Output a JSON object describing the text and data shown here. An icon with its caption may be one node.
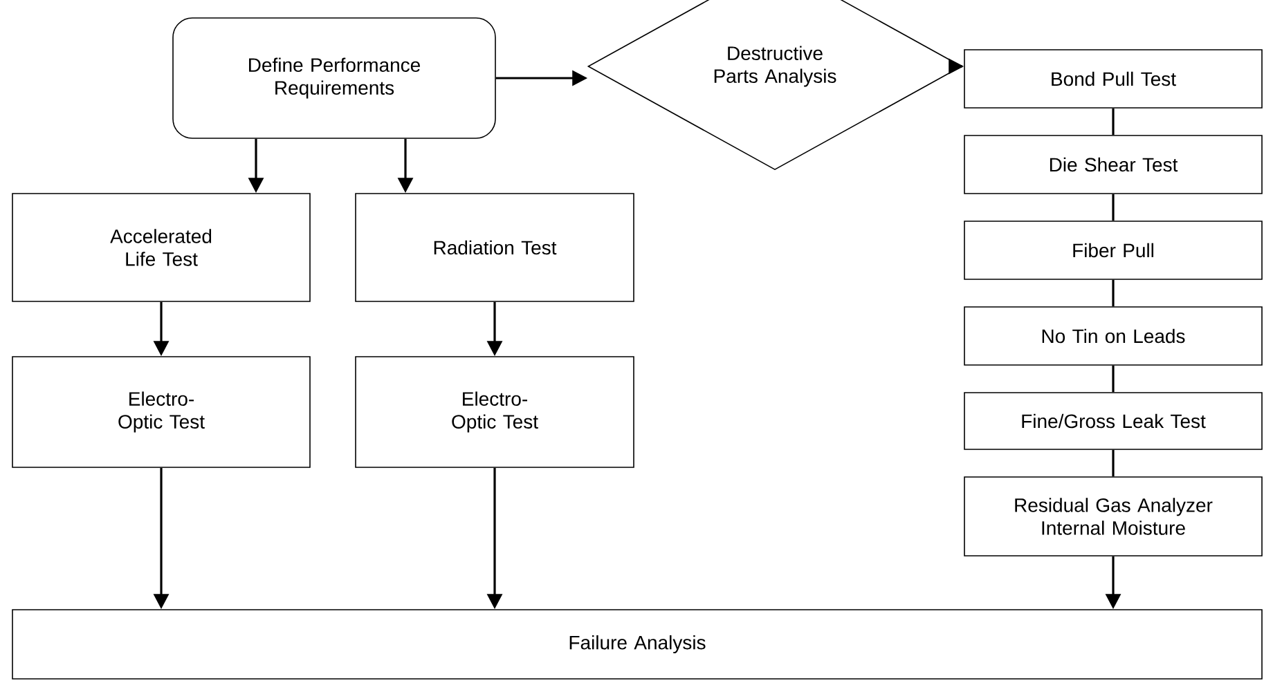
{
  "diagram": {
    "nodes": [
      {
        "text": [
          "Define Performance Requirements"
        ]
      },
      {
        "text": [
          "Destructive Parts Analysis"
        ]
      },
      {
        "text": [
          "Bond Pull Test"
        ]
      },
      {
        "text": [
          "Die Shear Test"
        ]
      },
      {
        "text": [
          "Fiber Pull"
        ]
      },
      {
        "text": [
          "No Tin on Leads"
        ]
      },
      {
        "text": [
          "Fine/Gross Leak Test"
        ]
      },
      {
        "text": [
          "Residual Gas Analyzer Internal Moisture"
        ]
      },
      {
        "text": [
          "Accelerated Life Test"
        ]
      },
      {
        "text": [
          "Radiation Test"
        ]
      },
      {
        "text": [
          "Electro-Optic Test"
        ]
      },
      {
        "text": [
          "Electro-Optic Test"
        ]
      },
      {
        "text": [
          "Failure Analysis"
        ]
      }
    ],
    "edges": [
      {
        "from": 0,
        "to": 1,
        "arrow": "to"
      },
      {
        "from": 1,
        "to": 2,
        "arrow": "to"
      },
      {
        "from": 2,
        "to": 3,
        "arrow": "none"
      },
      {
        "from": 3,
        "to": 4,
        "arrow": "none"
      },
      {
        "from": 4,
        "to": 5,
        "arrow": "none"
      },
      {
        "from": 5,
        "to": 6,
        "arrow": "none"
      },
      {
        "from": 6,
        "to": 7,
        "arrow": "none"
      },
      {
        "from": 0,
        "to": 8,
        "arrow": "to"
      },
      {
        "from": 0,
        "to": 9,
        "arrow": "to"
      },
      {
        "from": 8,
        "to": 10,
        "arrow": "to"
      },
      {
        "from": 9,
        "to": 11,
        "arrow": "to"
      },
      {
        "from": 10,
        "to": 12,
        "arrow": "to"
      },
      {
        "from": 11,
        "to": 12,
        "arrow": "to"
      },
      {
        "from": 7,
        "to": 12,
        "arrow": "to"
      }
    ]
  }
}
